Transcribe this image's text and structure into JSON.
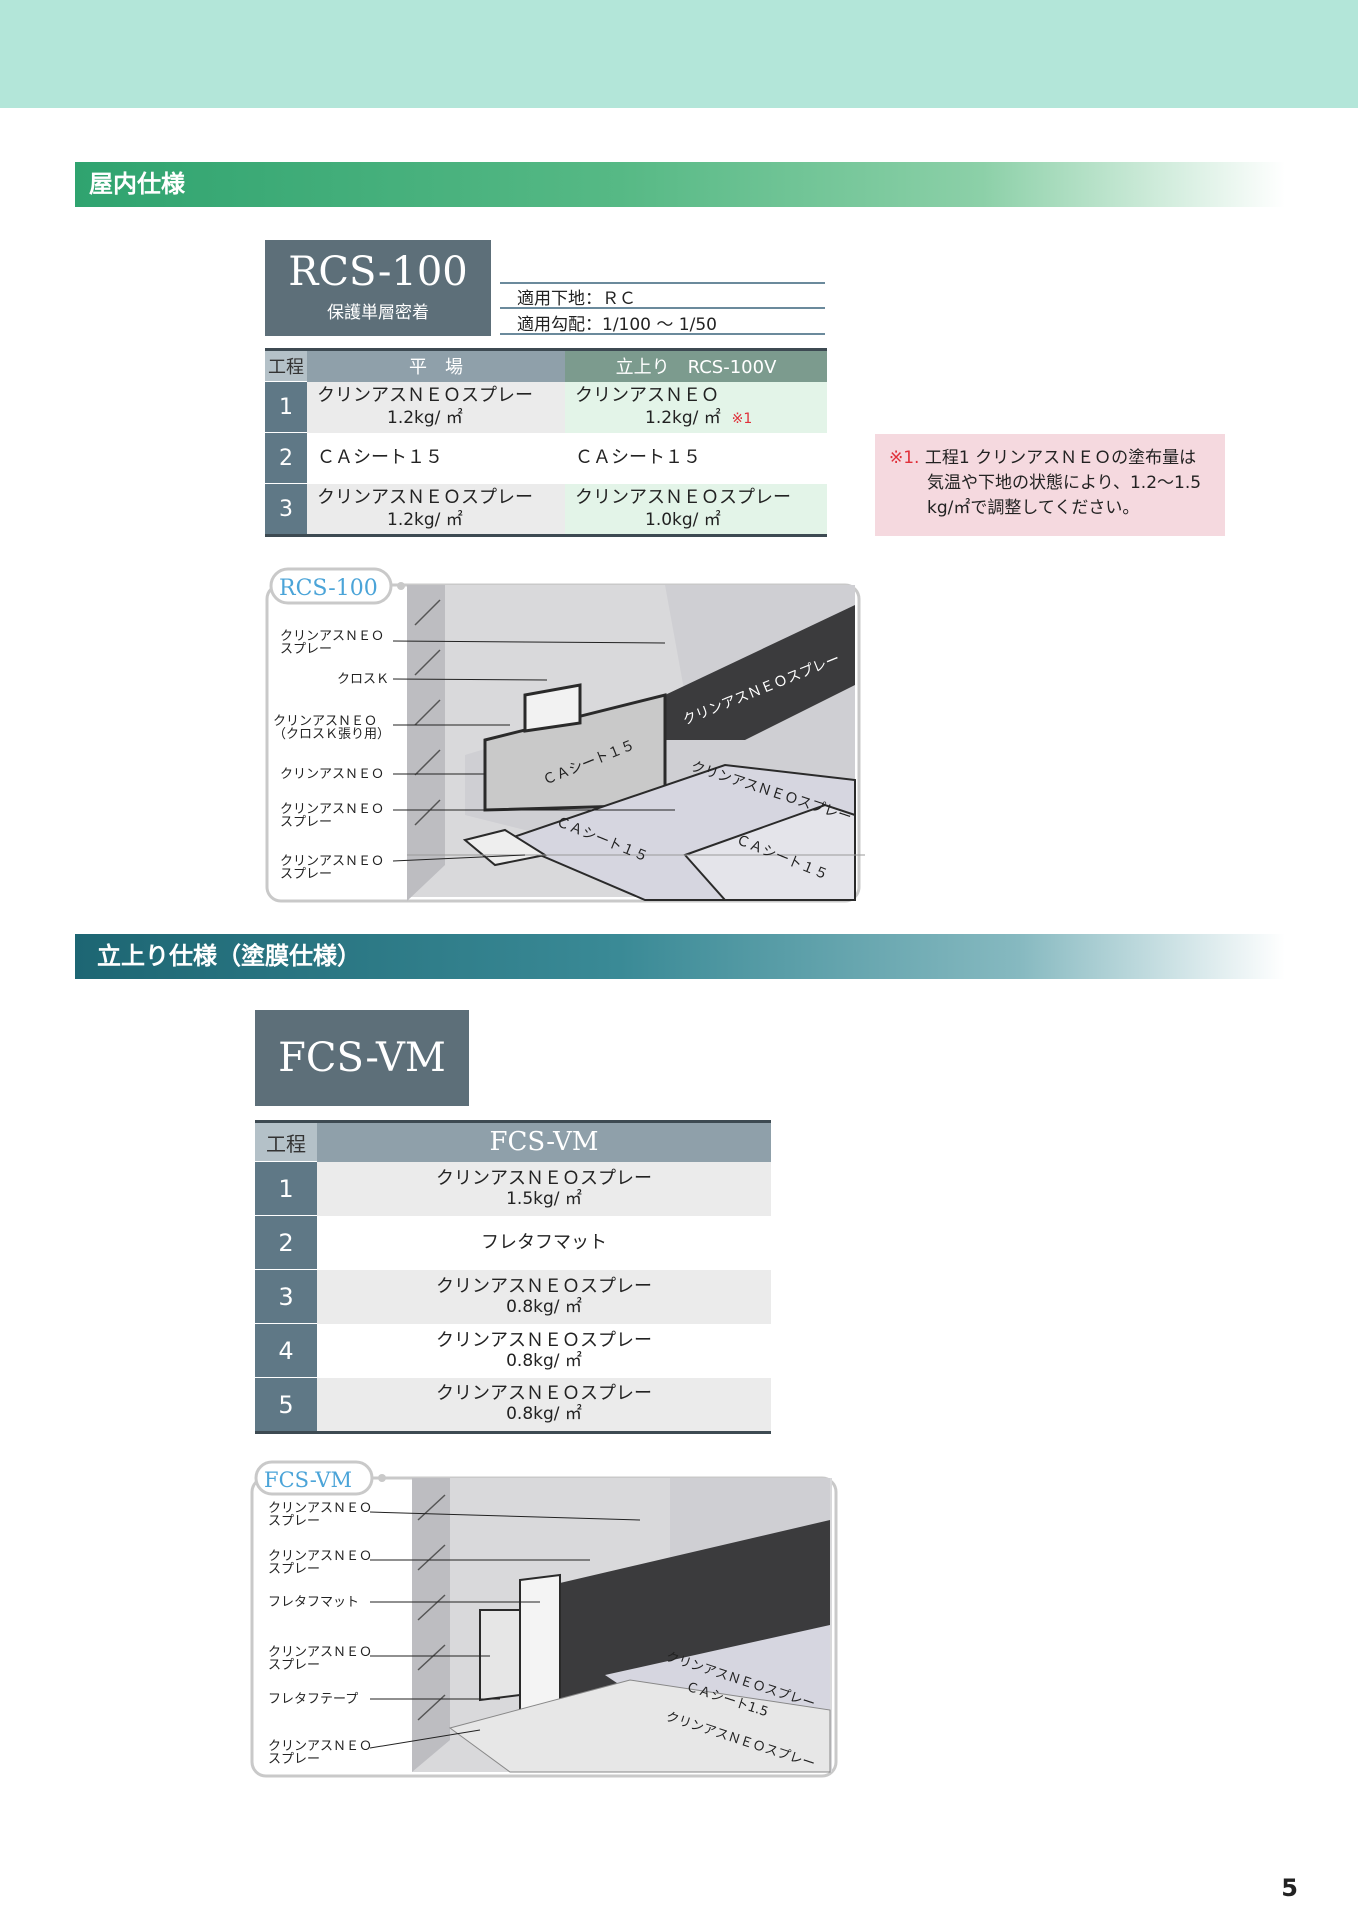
{
  "section1": {
    "title": "屋内仕様",
    "spec": {
      "code": "RCS-100",
      "subtitle": "保護単層密着",
      "meta": [
        "適用下地：ＲＣ",
        "適用勾配：1/100 〜 1/50"
      ]
    },
    "table": {
      "head_step": "工程",
      "head_col1": "平　場",
      "head_col2": "立上り　RCS-100V",
      "rows": [
        {
          "num": "1",
          "c1_name": "クリンアスＮＥＯスプレー",
          "c1_amt": "1.2kg/ ㎡",
          "c2_name": "クリンアスＮＥＯ",
          "c2_amt": "1.2kg/ ㎡",
          "c2_mark": "※1"
        },
        {
          "num": "2",
          "c1_name": "ＣＡシート１５",
          "c1_amt": "",
          "c2_name": "ＣＡシート１５",
          "c2_amt": "",
          "c2_mark": ""
        },
        {
          "num": "3",
          "c1_name": "クリンアスＮＥＯスプレー",
          "c1_amt": "1.2kg/ ㎡",
          "c2_name": "クリンアスＮＥＯスプレー",
          "c2_amt": "1.0kg/ ㎡",
          "c2_mark": ""
        }
      ]
    },
    "note": {
      "mark": "※1.",
      "line1": "工程1 クリンアスＮＥＯの塗布量は",
      "line2": "気温や下地の状態により、1.2〜1.5",
      "line3": "kg/㎡で調整してください。"
    },
    "diagram": {
      "tag": "RCS-100",
      "labels": [
        [
          "クリンアスＮＥＯ",
          "スプレー"
        ],
        [
          "クロスＫ"
        ],
        [
          "クリンアスＮＥＯ",
          "（クロスＫ張り用）"
        ],
        [
          "クリンアスＮＥＯ"
        ],
        [
          "クリンアスＮＥＯ",
          "スプレー"
        ],
        [
          "クリンアスＮＥＯ",
          "スプレー"
        ]
      ],
      "callouts": {
        "wall": "クリンアスＮＥＯスプレー",
        "sheet_wall": "ＣＡシート１５",
        "floor_top": "クリンアスＮＥＯスプレー",
        "sheet_floor1": "ＣＡシート１５",
        "sheet_floor2": "ＣＡシート１５"
      }
    }
  },
  "section2": {
    "title": "立上り仕様（塗膜仕様）",
    "spec": {
      "code": "FCS-VM"
    },
    "table": {
      "head_step": "工程",
      "head_col": "FCS-VM",
      "rows": [
        {
          "num": "1",
          "name": "クリンアスＮＥＯスプレー",
          "amt": "1.5kg/ ㎡"
        },
        {
          "num": "2",
          "name": "フレタフマット",
          "amt": ""
        },
        {
          "num": "3",
          "name": "クリンアスＮＥＯスプレー",
          "amt": "0.8kg/ ㎡"
        },
        {
          "num": "4",
          "name": "クリンアスＮＥＯスプレー",
          "amt": "0.8kg/ ㎡"
        },
        {
          "num": "5",
          "name": "クリンアスＮＥＯスプレー",
          "amt": "0.8kg/ ㎡"
        }
      ]
    },
    "diagram": {
      "tag": "FCS-VM",
      "labels": [
        [
          "クリンアスＮＥＯ",
          "スプレー"
        ],
        [
          "クリンアスＮＥＯ",
          "スプレー"
        ],
        [
          "フレタフマット"
        ],
        [
          "クリンアスＮＥＯ",
          "スプレー"
        ],
        [
          "フレタフテープ"
        ],
        [
          "クリンアスＮＥＯ",
          "スプレー"
        ]
      ],
      "callouts": {
        "floor1": "クリンアスＮＥＯスプレー",
        "floor2": "ＣＡシート1.5",
        "floor3": "クリンアスＮＥＯスプレー"
      }
    }
  },
  "page_number": "5"
}
